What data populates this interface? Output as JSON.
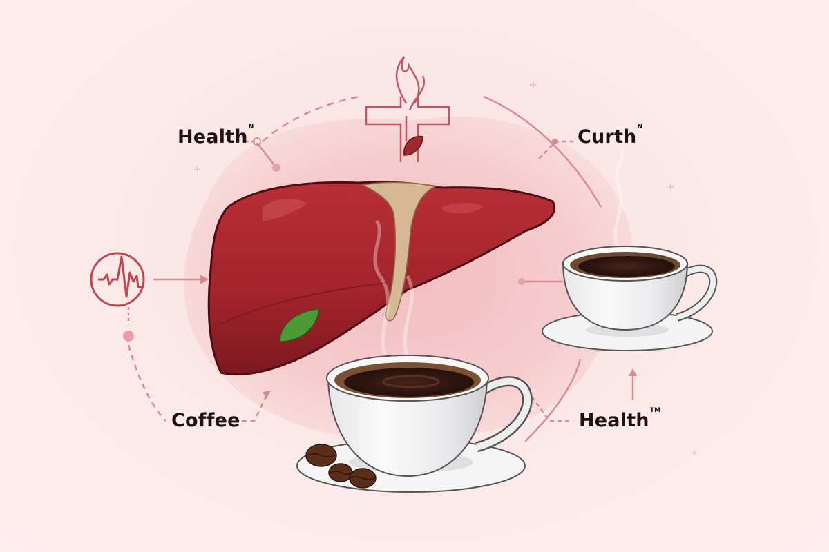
{
  "labels": {
    "top_left": {
      "text": "Health",
      "mark": "N"
    },
    "top_right": {
      "text": "Curth",
      "mark": "N"
    },
    "bottom_left": {
      "text": "Coffee",
      "mark": ""
    },
    "bottom_right": {
      "text": "Health",
      "mark": "TM"
    }
  },
  "icons": {
    "heartbeat": "heartbeat-monitor-icon",
    "medical_cross": "medical-cross-flame-icon",
    "liver": "liver-illustration",
    "cup_large": "coffee-cup-large",
    "cup_small": "coffee-cup-small",
    "beans": "coffee-beans"
  },
  "colors": {
    "background": "#fbe9e8",
    "blob": "#f4c6c8",
    "liver": "#a8262e",
    "liver_dark": "#7e1820",
    "accent_line": "#d98b93",
    "coffee": "#2e1510",
    "cup": "#f5f5f5",
    "text": "#1d1314"
  }
}
